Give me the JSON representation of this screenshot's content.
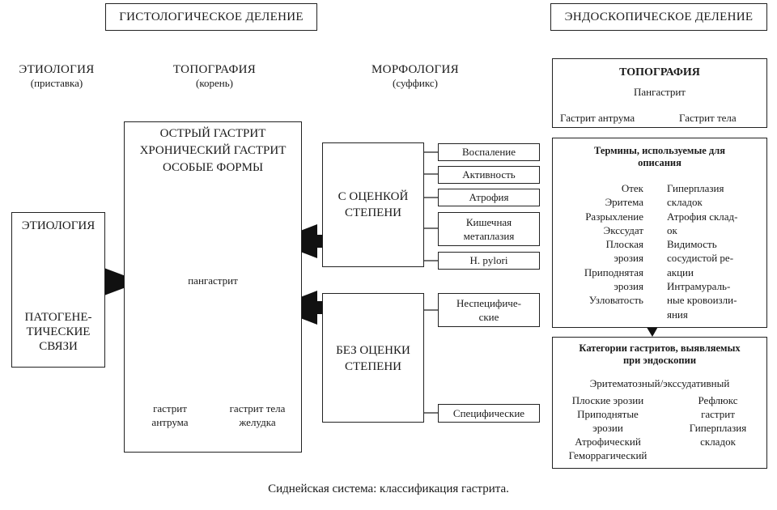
{
  "headers": {
    "histological": "ГИСТОЛОГИЧЕСКОЕ ДЕЛЕНИЕ",
    "endoscopic": "ЭНДОСКОПИЧЕСКОЕ ДЕЛЕНИЕ"
  },
  "columns": {
    "etiology": {
      "title": "ЭТИОЛОГИЯ",
      "sub": "(приставка)"
    },
    "topography": {
      "title": "ТОПОГРАФИЯ",
      "sub": "(корень)"
    },
    "morphology": {
      "title": "МОРФОЛОГИЯ",
      "sub": "(суффикс)"
    }
  },
  "etiology_box": {
    "title": "ЭТИОЛОГИЯ",
    "line1": "ПАТОГЕНЕ-",
    "line2": "ТИЧЕСКИЕ",
    "line3": "СВЯЗИ"
  },
  "topography_box": {
    "line1": "ОСТРЫЙ ГАСТРИТ",
    "line2": "ХРОНИЧЕСКИЙ ГАСТРИТ",
    "line3": "ОСОБЫЕ ФОРМЫ",
    "pangastritis": "пангастрит",
    "antrum1": "гастрит",
    "antrum2": "антрума",
    "body1": "гастрит тела",
    "body2": "желудка"
  },
  "graded": {
    "line1": "С ОЦЕНКОЙ",
    "line2": "СТЕПЕНИ",
    "items": [
      "Воспаление",
      "Активность",
      "Атрофия",
      "Кишечная",
      "метаплазия",
      "H. pylori"
    ]
  },
  "ungraded": {
    "line1": "БЕЗ ОЦЕНКИ",
    "line2": "СТЕПЕНИ",
    "nonspecific1": "Неспецифиче-",
    "nonspecific2": "ские",
    "specific": "Специфические"
  },
  "endo_topography": {
    "title": "ТОПОГРАФИЯ",
    "pan": "Пангастрит",
    "antrum": "Гастрит антрума",
    "body": "Гастрит тела"
  },
  "terms": {
    "title1": "Термины, используемые для",
    "title2": "описания",
    "left": [
      "Отек",
      "Эритема",
      "Разрыхление",
      "Экссудат",
      "Плоская",
      "эрозия",
      "Приподнятая",
      "эрозия",
      "Узловатость"
    ],
    "right": [
      "Гиперплазия",
      "складок",
      "Атрофия склад-",
      "ок",
      "Видимость",
      "сосудистой ре-",
      "акции",
      "Интрамураль-",
      "ные кровоизли-",
      "яния"
    ]
  },
  "categories": {
    "title1": "Категории гастритов, выявляемых",
    "title2": "при эндоскопии",
    "erythematous": "Эритематозный/экссудативный",
    "left": [
      "Плоские эрозии",
      "Приподнятые",
      "эрозии",
      "Атрофический",
      "Геморрагический"
    ],
    "right": [
      "Рефлюкс",
      "гастрит",
      "Гиперплазия",
      "складок"
    ]
  },
  "caption": "Сиднейская система: классификация гастрита.",
  "colors": {
    "line": "#222222",
    "arrow": "#111111",
    "stomach_fill": "#a9a9a9"
  }
}
